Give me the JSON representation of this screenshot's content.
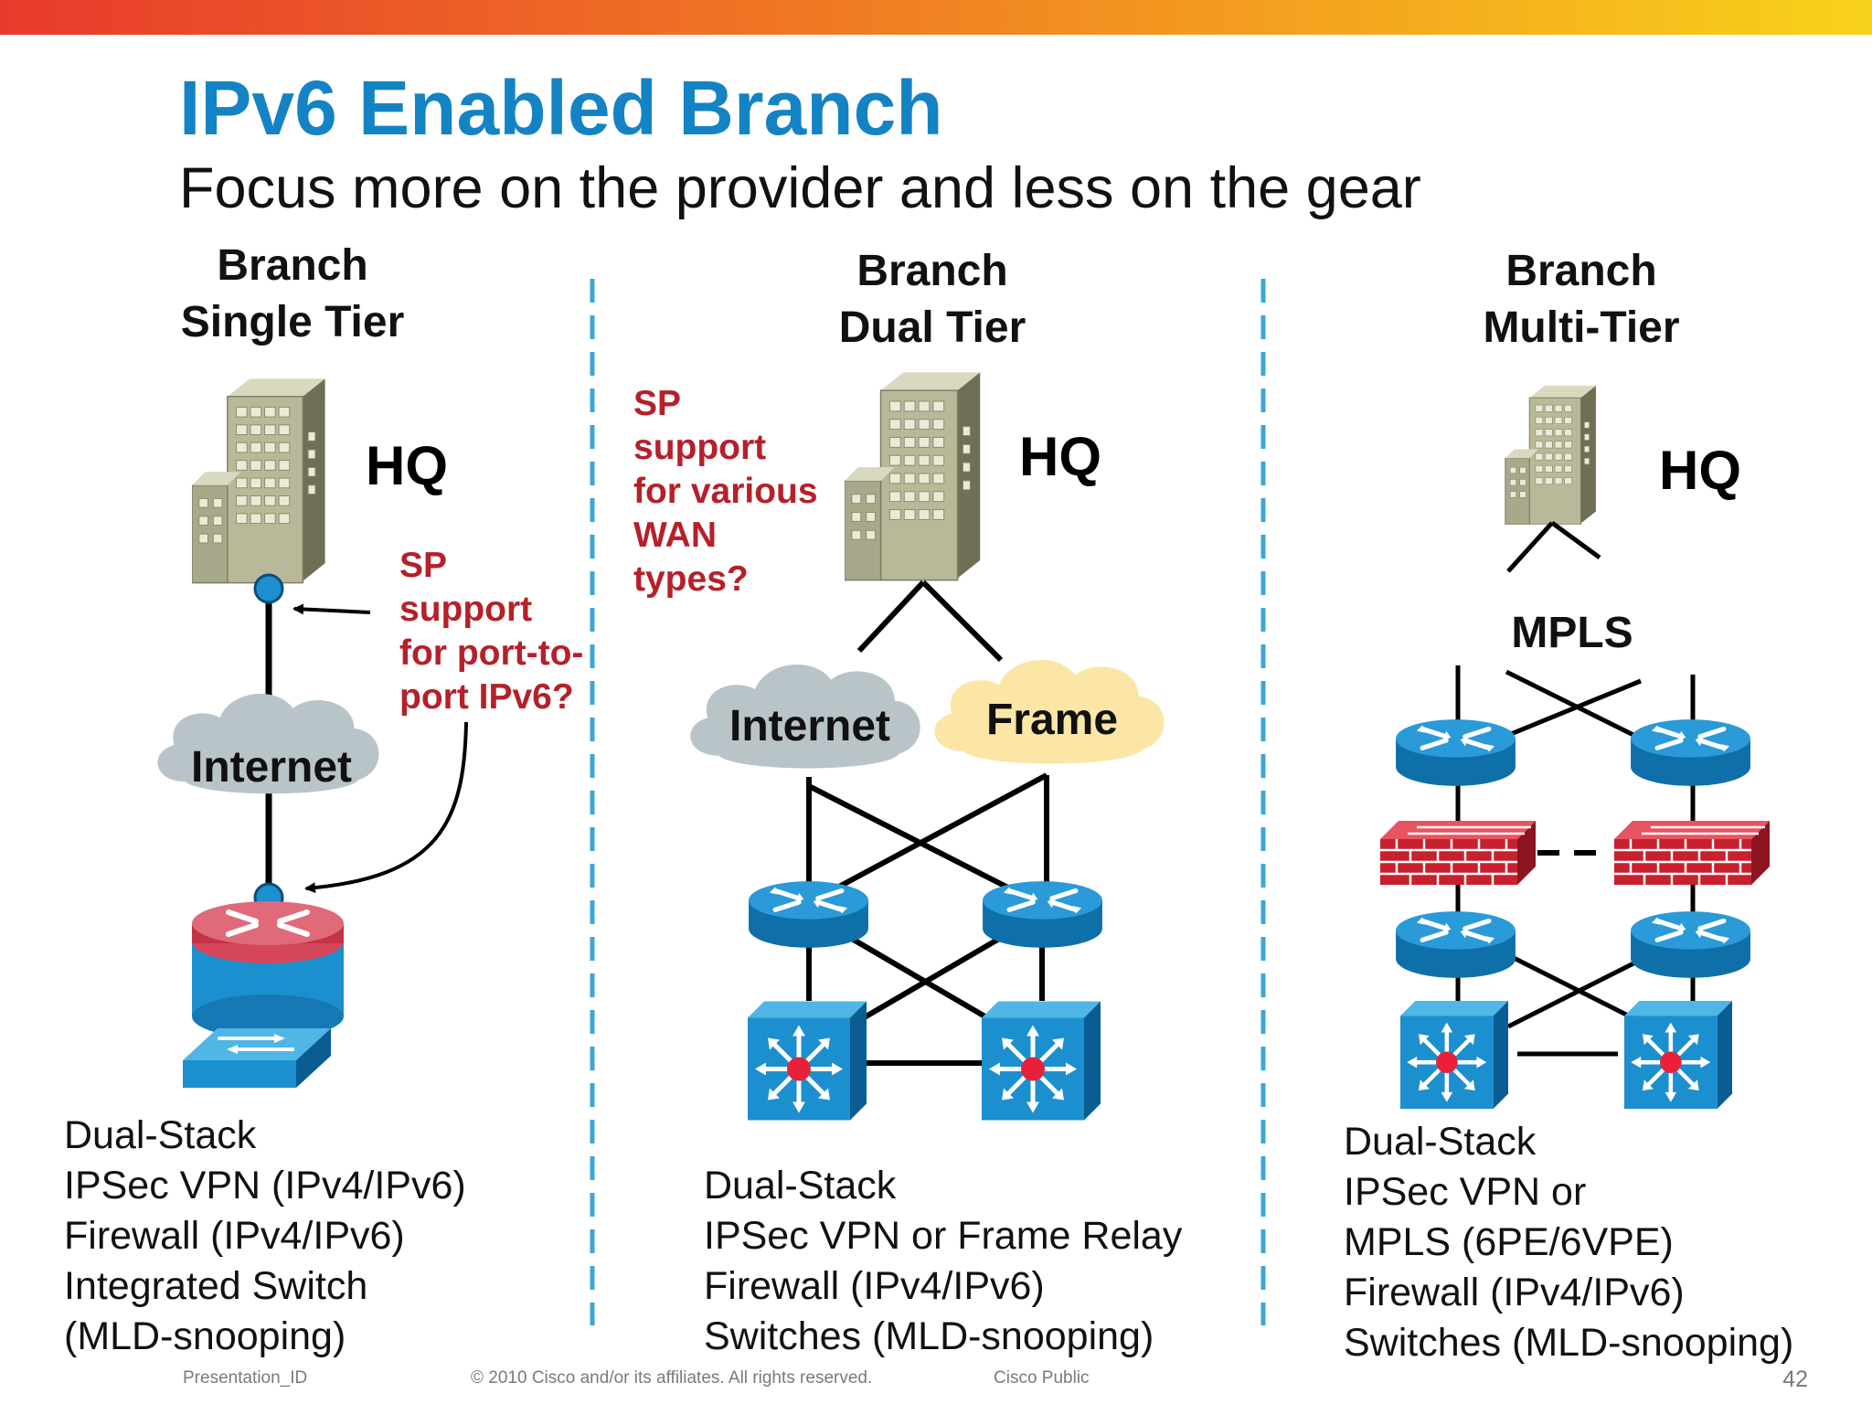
{
  "slide": {
    "title": "IPv6 Enabled Branch",
    "subtitle": "Focus more on the provider and less on the gear"
  },
  "columns": [
    {
      "heading_line1": "Branch",
      "heading_line2": "Single Tier",
      "hq": "HQ",
      "cloud": "Internet",
      "question": [
        "SP",
        "support",
        "for port-to-",
        "port IPv6?"
      ],
      "features": [
        "Dual-Stack",
        "IPSec VPN (IPv4/IPv6)",
        "Firewall (IPv4/IPv6)",
        "Integrated Switch",
        "(MLD-snooping)"
      ]
    },
    {
      "heading_line1": "Branch",
      "heading_line2": "Dual Tier",
      "hq": "HQ",
      "cloud_left": "Internet",
      "cloud_right": "Frame",
      "question": [
        "SP",
        "support",
        "for various",
        "WAN",
        "types?"
      ],
      "features": [
        "Dual-Stack",
        "IPSec VPN or Frame Relay",
        "Firewall (IPv4/IPv6)",
        "Switches (MLD-snooping)"
      ]
    },
    {
      "heading_line1": "Branch",
      "heading_line2": "Multi-Tier",
      "hq": "HQ",
      "network": "MPLS",
      "features": [
        "Dual-Stack",
        "IPSec VPN or",
        "MPLS (6PE/6VPE)",
        "Firewall (IPv4/IPv6)",
        "Switches (MLD-snooping)"
      ]
    }
  ],
  "footer": {
    "presentation_id": "Presentation_ID",
    "copyright": "© 2010 Cisco and/or its affiliates. All rights reserved.",
    "classification": "Cisco Public",
    "page": "42"
  },
  "colors": {
    "title": "#1483c4",
    "question": "#b5202a",
    "divider": "#3aa7d6",
    "router": "#1c8fcf",
    "firewall": "#c8202e",
    "cloud_gray": "#b9c4c8",
    "cloud_yellow": "#fbe6a6",
    "building": "#b9b99a"
  },
  "icons": [
    "building-icon",
    "router-icon",
    "multilayer-switch-icon",
    "firewall-icon",
    "workgroup-switch-icon",
    "integrated-router-icon",
    "cloud-icon"
  ]
}
